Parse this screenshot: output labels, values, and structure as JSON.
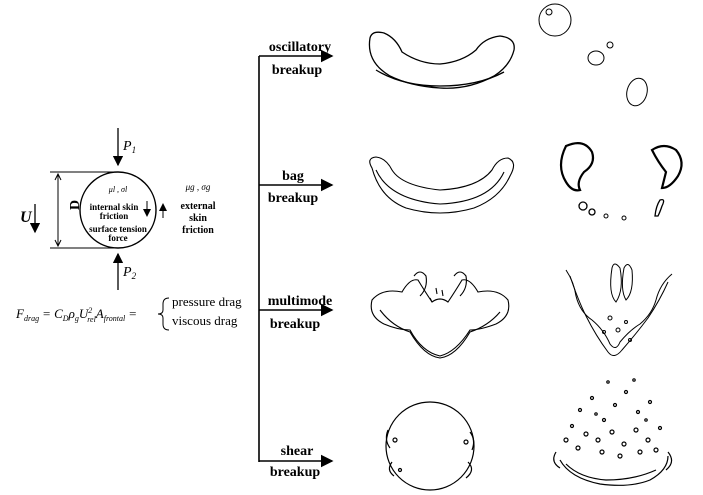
{
  "droplet": {
    "pressure_top": "P",
    "pressure_top_sub": "1",
    "pressure_bottom": "P",
    "pressure_bottom_sub": "2",
    "velocity_label": "U",
    "diameter_label": "D",
    "liquid_props": "μl , σl",
    "gas_props": "μg , σg",
    "internal_friction_1": "internal skin",
    "internal_friction_2": "friction",
    "surface_tension_1": "surface tension",
    "surface_tension_2": "force",
    "external_friction_1": "external",
    "external_friction_2": "skin",
    "external_friction_3": "friction"
  },
  "equation": {
    "lhs": "F",
    "lhs_sub": "drag",
    "rhs": "= C",
    "rhs_sub_d": "D",
    "rho": "ρ",
    "rho_sub": "g",
    "u": "U",
    "u_sup": "2",
    "u_sub": "rel",
    "area": "A",
    "area_sub": "frontal",
    "equals": "=",
    "term_1": "pressure drag",
    "term_2": "viscous drag"
  },
  "regimes": [
    {
      "line1": "oscillatory",
      "line2": "breakup"
    },
    {
      "line1": "bag",
      "line2": "breakup"
    },
    {
      "line1": "multimode",
      "line2": "breakup"
    },
    {
      "line1": "shear",
      "line2": "breakup"
    }
  ]
}
